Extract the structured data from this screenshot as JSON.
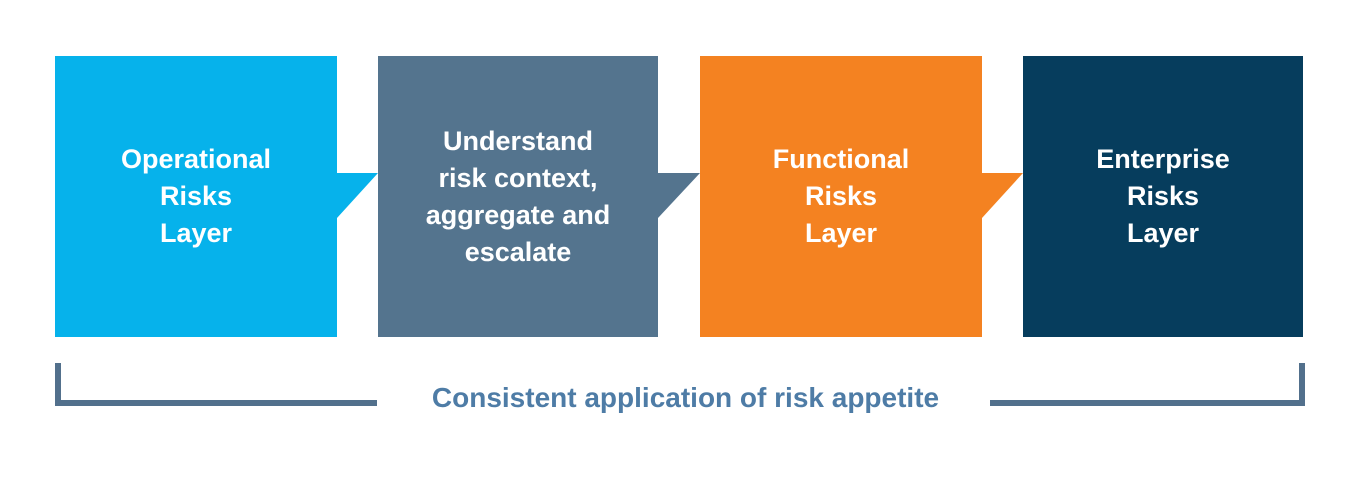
{
  "diagram": {
    "background_color": "#FFFFFF",
    "box_text_color": "#FFFFFF",
    "boxes": [
      {
        "id": "operational-risks-layer",
        "lines": [
          "Operational",
          "Risks",
          "Layer"
        ],
        "color": "#06B2EB",
        "has_arrow": true
      },
      {
        "id": "understand-risk-context",
        "lines": [
          "Understand",
          "risk context,",
          "aggregate and",
          "escalate"
        ],
        "color": "#54748E",
        "has_arrow": true
      },
      {
        "id": "functional-risks-layer",
        "lines": [
          "Functional",
          "Risks",
          "Layer"
        ],
        "color": "#F48221",
        "has_arrow": true
      },
      {
        "id": "enterprise-risks-layer",
        "lines": [
          "Enterprise",
          "Risks",
          "Layer"
        ],
        "color": "#063D5D",
        "has_arrow": false
      }
    ],
    "bracket": {
      "color": "#52708C"
    },
    "caption": {
      "text": "Consistent application of risk appetite",
      "color": "#4E7CA6"
    }
  }
}
